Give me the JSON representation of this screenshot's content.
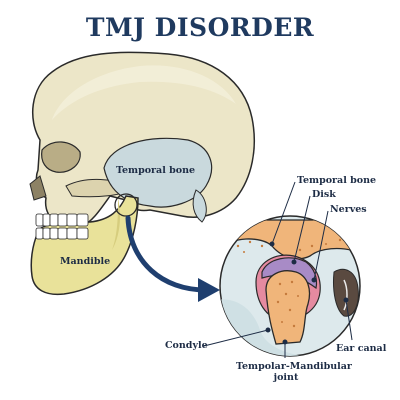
{
  "title": "TMJ DISORDER",
  "labels": {
    "temporal_bone_skull": "Temporal bone",
    "mandible": "Mandible",
    "temporal_bone_detail": "Temporal bone",
    "disk": "Disk",
    "nerves": "Nerves",
    "condyle": "Condyle",
    "joint_line1": "Tempolar-Mandibular",
    "joint_line2": "joint",
    "ear_canal": "Ear canal"
  },
  "colors": {
    "title": "#1f3a5f",
    "skull": "#ece6c8",
    "temporal": "#c9d9dd",
    "mandible": "#e9e29a",
    "arrow": "#1f3f6f",
    "detail_bg": "#dde9ec",
    "bone": "#f0b57a",
    "disk": "#a88bc6",
    "nerves": "#e58aa0",
    "outline": "#2a2a2a"
  }
}
